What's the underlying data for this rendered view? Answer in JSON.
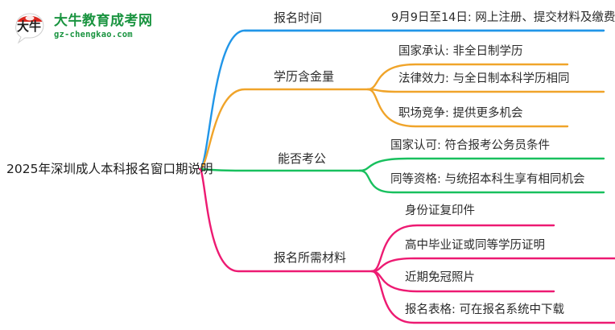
{
  "logo": {
    "badge_text": "大牛",
    "brand_name": "大牛教育成考网",
    "domain": "gz-chengkao.com",
    "brand_color": "#1a9440",
    "badge_color": "#d9251d"
  },
  "mindmap": {
    "type": "mindmap",
    "root": {
      "label": "2025年深圳成人本科报名窗口期说明"
    },
    "branches": [
      {
        "label": "报名时间",
        "color": "#2196e8",
        "children": [
          {
            "label": "9月9日至14日: 网上注册、提交材料及缴费"
          }
        ]
      },
      {
        "label": "学历含金量",
        "color": "#f0a42a",
        "children": [
          {
            "label": "国家承认: 非全日制学历"
          },
          {
            "label": "法律效力: 与全日制本科学历相同"
          },
          {
            "label": "职场竞争: 提供更多机会"
          }
        ]
      },
      {
        "label": "能否考公",
        "color": "#18c05e",
        "children": [
          {
            "label": "国家认可: 符合报考公务员条件"
          },
          {
            "label": "同等资格: 与统招本科生享有相同机会"
          }
        ]
      },
      {
        "label": "报名所需材料",
        "color": "#ed1a72",
        "children": [
          {
            "label": "身份证复印件"
          },
          {
            "label": "高中毕业证或同等学历证明"
          },
          {
            "label": "近期免冠照片"
          },
          {
            "label": "报名表格: 可在报名系统中下载"
          }
        ]
      }
    ]
  }
}
